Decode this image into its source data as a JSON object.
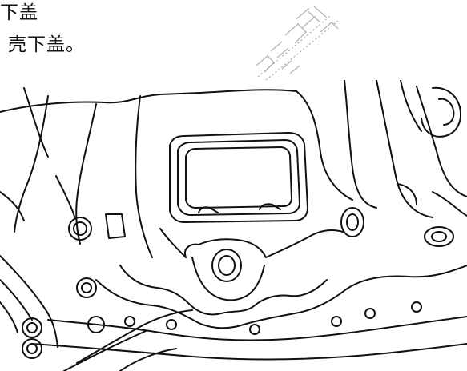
{
  "document": {
    "heading": "下盖",
    "instruction": "壳下盖。"
  },
  "figure": {
    "subject": "engine-bottom-cover-line-drawing"
  },
  "colors": {
    "ink": "#111111",
    "paper": "#ffffff",
    "watermark": "#b8b8b8"
  }
}
